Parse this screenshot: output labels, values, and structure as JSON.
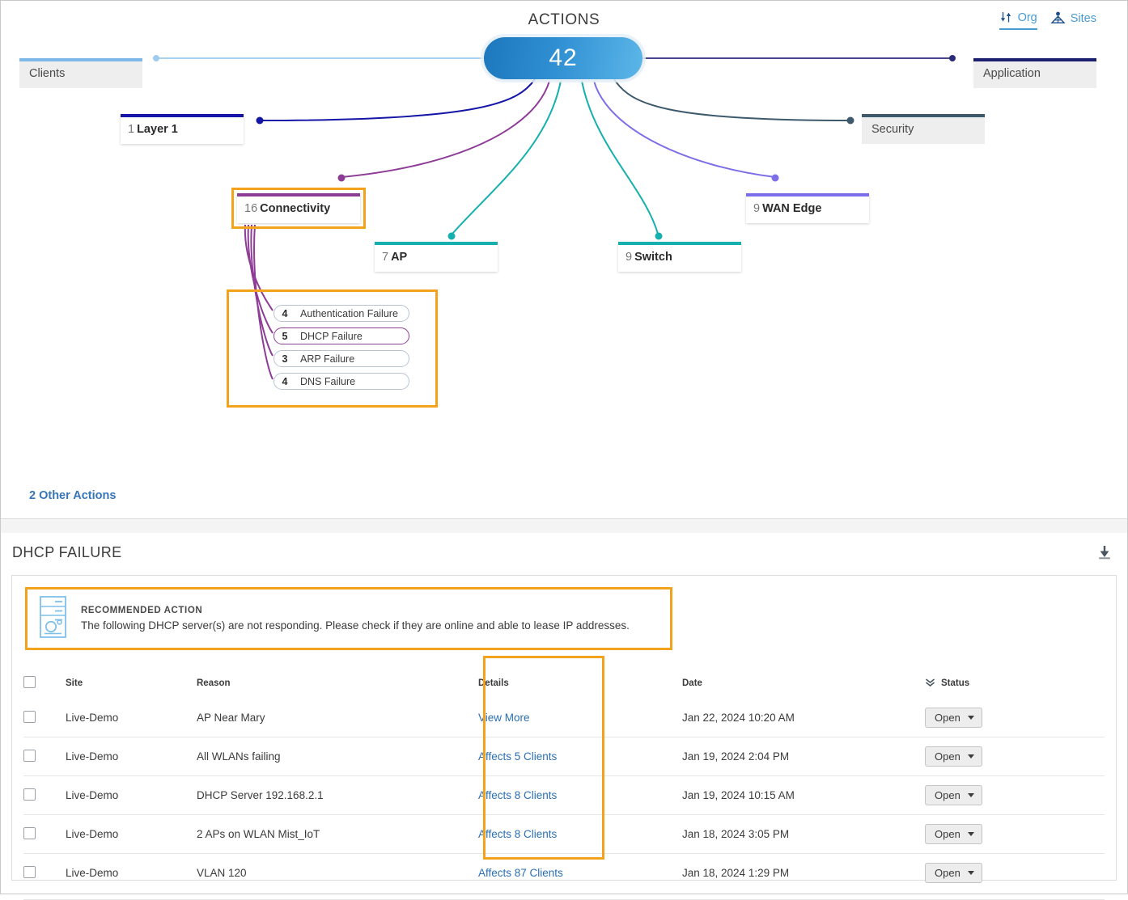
{
  "tree": {
    "title": "ACTIONS",
    "hub_value": "42",
    "toggle": [
      {
        "label": "Org",
        "icon": "sort-arrows-icon",
        "active": true
      },
      {
        "label": "Sites",
        "icon": "sites-network-icon",
        "active": false
      }
    ],
    "nodes": [
      {
        "id": "clients",
        "count": "",
        "name": "Clients",
        "color": "#7db8e8",
        "muted": true,
        "selected": false
      },
      {
        "id": "application",
        "count": "",
        "name": "Application",
        "color": "#1b1f6e",
        "muted": true,
        "selected": false
      },
      {
        "id": "layer1",
        "count": "1",
        "name": "Layer 1",
        "color": "#1515a8",
        "muted": false,
        "selected": false
      },
      {
        "id": "security",
        "count": "",
        "name": "Security",
        "color": "#3d5a6c",
        "muted": true,
        "selected": false
      },
      {
        "id": "connectivity",
        "count": "16",
        "name": "Connectivity",
        "color": "#8e3d97",
        "muted": false,
        "selected": true
      },
      {
        "id": "wanedge",
        "count": "9",
        "name": "WAN Edge",
        "color": "#7b6ee8",
        "muted": false,
        "selected": false
      },
      {
        "id": "ap",
        "count": "7",
        "name": "AP",
        "color": "#16b0ae",
        "muted": false,
        "selected": false
      },
      {
        "id": "switch",
        "count": "9",
        "name": "Switch",
        "color": "#16b0ae",
        "muted": false,
        "selected": false
      }
    ],
    "sub_actions": [
      {
        "count": "4",
        "label": "Authentication Failure",
        "selected": false
      },
      {
        "count": "5",
        "label": "DHCP Failure",
        "selected": true
      },
      {
        "count": "3",
        "label": "ARP Failure",
        "selected": false
      },
      {
        "count": "4",
        "label": "DNS Failure",
        "selected": false
      }
    ],
    "other_actions_label": "2 Other Actions"
  },
  "detail": {
    "title": "DHCP FAILURE",
    "download_icon": "download-icon",
    "recommended": {
      "icon": "server-icon",
      "heading": "RECOMMENDED ACTION",
      "text": "The following DHCP server(s) are not responding. Please check if they are online and able to lease IP addresses."
    },
    "table": {
      "columns": [
        "Site",
        "Reason",
        "Details",
        "Date",
        "Status"
      ],
      "sort_icon": "double-chevron-down-icon",
      "rows": [
        {
          "site": "Live-Demo",
          "reason": "AP Near Mary",
          "details": "View More",
          "date": "Jan 22, 2024 10:20 AM",
          "status": "Open"
        },
        {
          "site": "Live-Demo",
          "reason": "All WLANs failing",
          "details": "Affects 5 Clients",
          "date": "Jan 19, 2024 2:04 PM",
          "status": "Open"
        },
        {
          "site": "Live-Demo",
          "reason": "DHCP Server 192.168.2.1",
          "details": "Affects 8 Clients",
          "date": "Jan 19, 2024 10:15 AM",
          "status": "Open"
        },
        {
          "site": "Live-Demo",
          "reason": "2 APs on WLAN Mist_IoT",
          "details": "Affects 8 Clients",
          "date": "Jan 18, 2024 3:05 PM",
          "status": "Open"
        },
        {
          "site": "Live-Demo",
          "reason": "VLAN 120",
          "details": "Affects 87 Clients",
          "date": "Jan 18, 2024 1:29 PM",
          "status": "Open"
        }
      ]
    }
  },
  "colors": {
    "highlight": "#f2a31b",
    "link": "#2b6fb5",
    "hub_blue": "#2f8fd2"
  }
}
